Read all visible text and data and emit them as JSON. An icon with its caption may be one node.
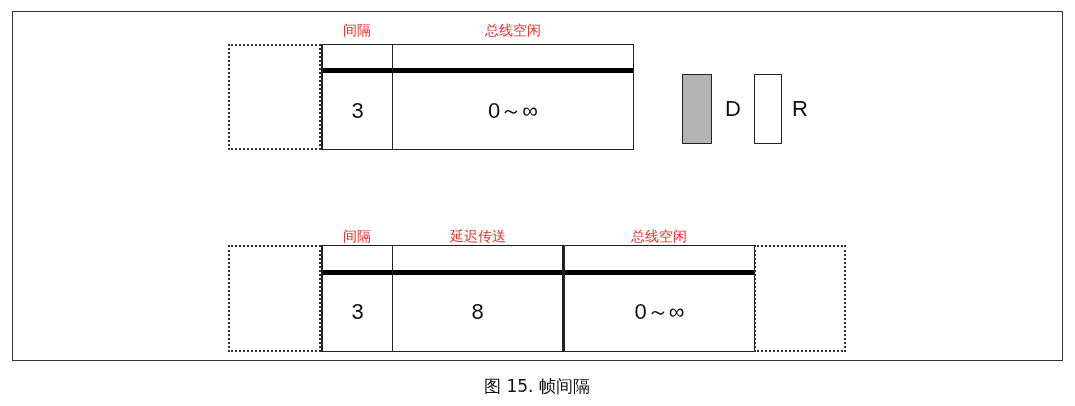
{
  "diagram": {
    "caption": "图 15. 帧间隔",
    "nodes": [
      {
        "text": [],
        "shape": "box"
      },
      {
        "text": [
          "间隔",
          "3"
        ]
      },
      {
        "text": [
          "总线空闲",
          "0～∞"
        ]
      },
      {
        "text": [],
        "shape": "box"
      },
      {
        "text": [
          "间隔",
          "3"
        ]
      },
      {
        "text": [
          "延迟传送",
          "8"
        ]
      },
      {
        "text": [
          "总线空闲",
          "0～∞"
        ]
      },
      {
        "text": [],
        "shape": "box"
      }
    ],
    "legend": [
      {
        "text": "D",
        "color": "#b3b3b3"
      },
      {
        "text": "R",
        "color": "#ffffff"
      }
    ]
  }
}
